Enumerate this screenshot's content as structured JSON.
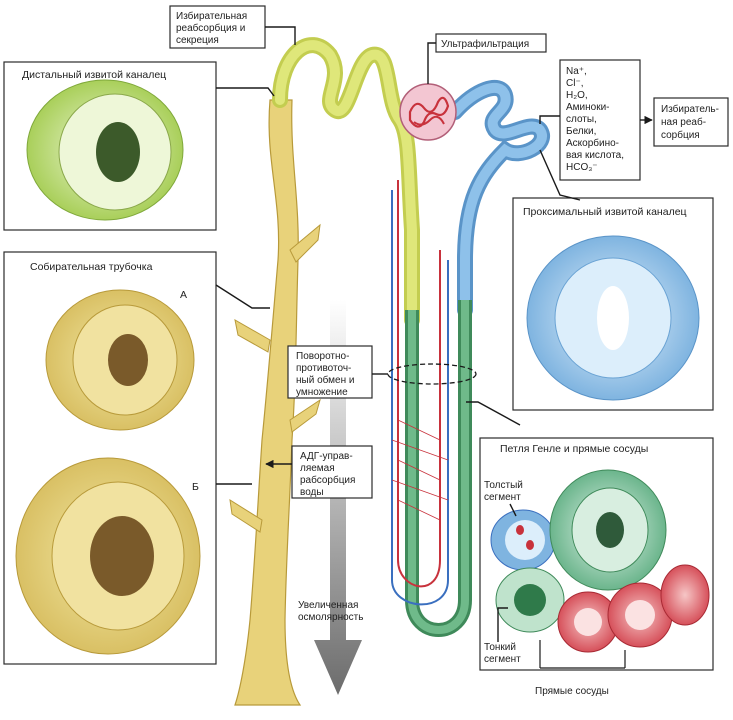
{
  "labels": {
    "selective_secretion": [
      "Избирательная",
      "реабсорбция и",
      "секреция"
    ],
    "ultrafiltration": "Ультрафильтрация",
    "distal": "Дистальный извитой каналец",
    "collecting": "Собирательная трубочка",
    "marker_a": "А",
    "marker_b": "Б",
    "proximal": "Проксимальный извитой каналец",
    "solutes": [
      "Na⁺,",
      "Cl⁻,",
      "H₂O,",
      "Аминоки-",
      "слоты,",
      "Белки,",
      "Аскорбино-",
      "вая кислота,",
      "HCO₃⁻"
    ],
    "selective_reabs": [
      "Избиратель-",
      "ная реаб-",
      "сорбция"
    ],
    "countercurrent": [
      "Поворотно-",
      "противоточ-",
      "ный обмен и",
      "умножение"
    ],
    "adh": [
      "АДГ-управ-",
      "ляемая",
      "рабсорбция",
      "воды"
    ],
    "osmolarity": [
      "Увеличенная",
      "осмолярность"
    ],
    "loop_panel": "Петля Генле и прямые сосуды",
    "thick_segment": [
      "Толстый",
      "сегмент"
    ],
    "thin_segment": [
      "Тонкий",
      "сегмент"
    ],
    "vasa_recta": "Прямые сосуды"
  },
  "colors": {
    "distal_yellow": "#d6e06a",
    "collecting_tan": "#e8d27a",
    "proximal_blue": "#7fb4e0",
    "loop_green": "#4f9a6a",
    "glomerulus_pink": "#e8a8b8",
    "vessel_red": "#c8323c",
    "vessel_blue": "#3a6fbf"
  }
}
